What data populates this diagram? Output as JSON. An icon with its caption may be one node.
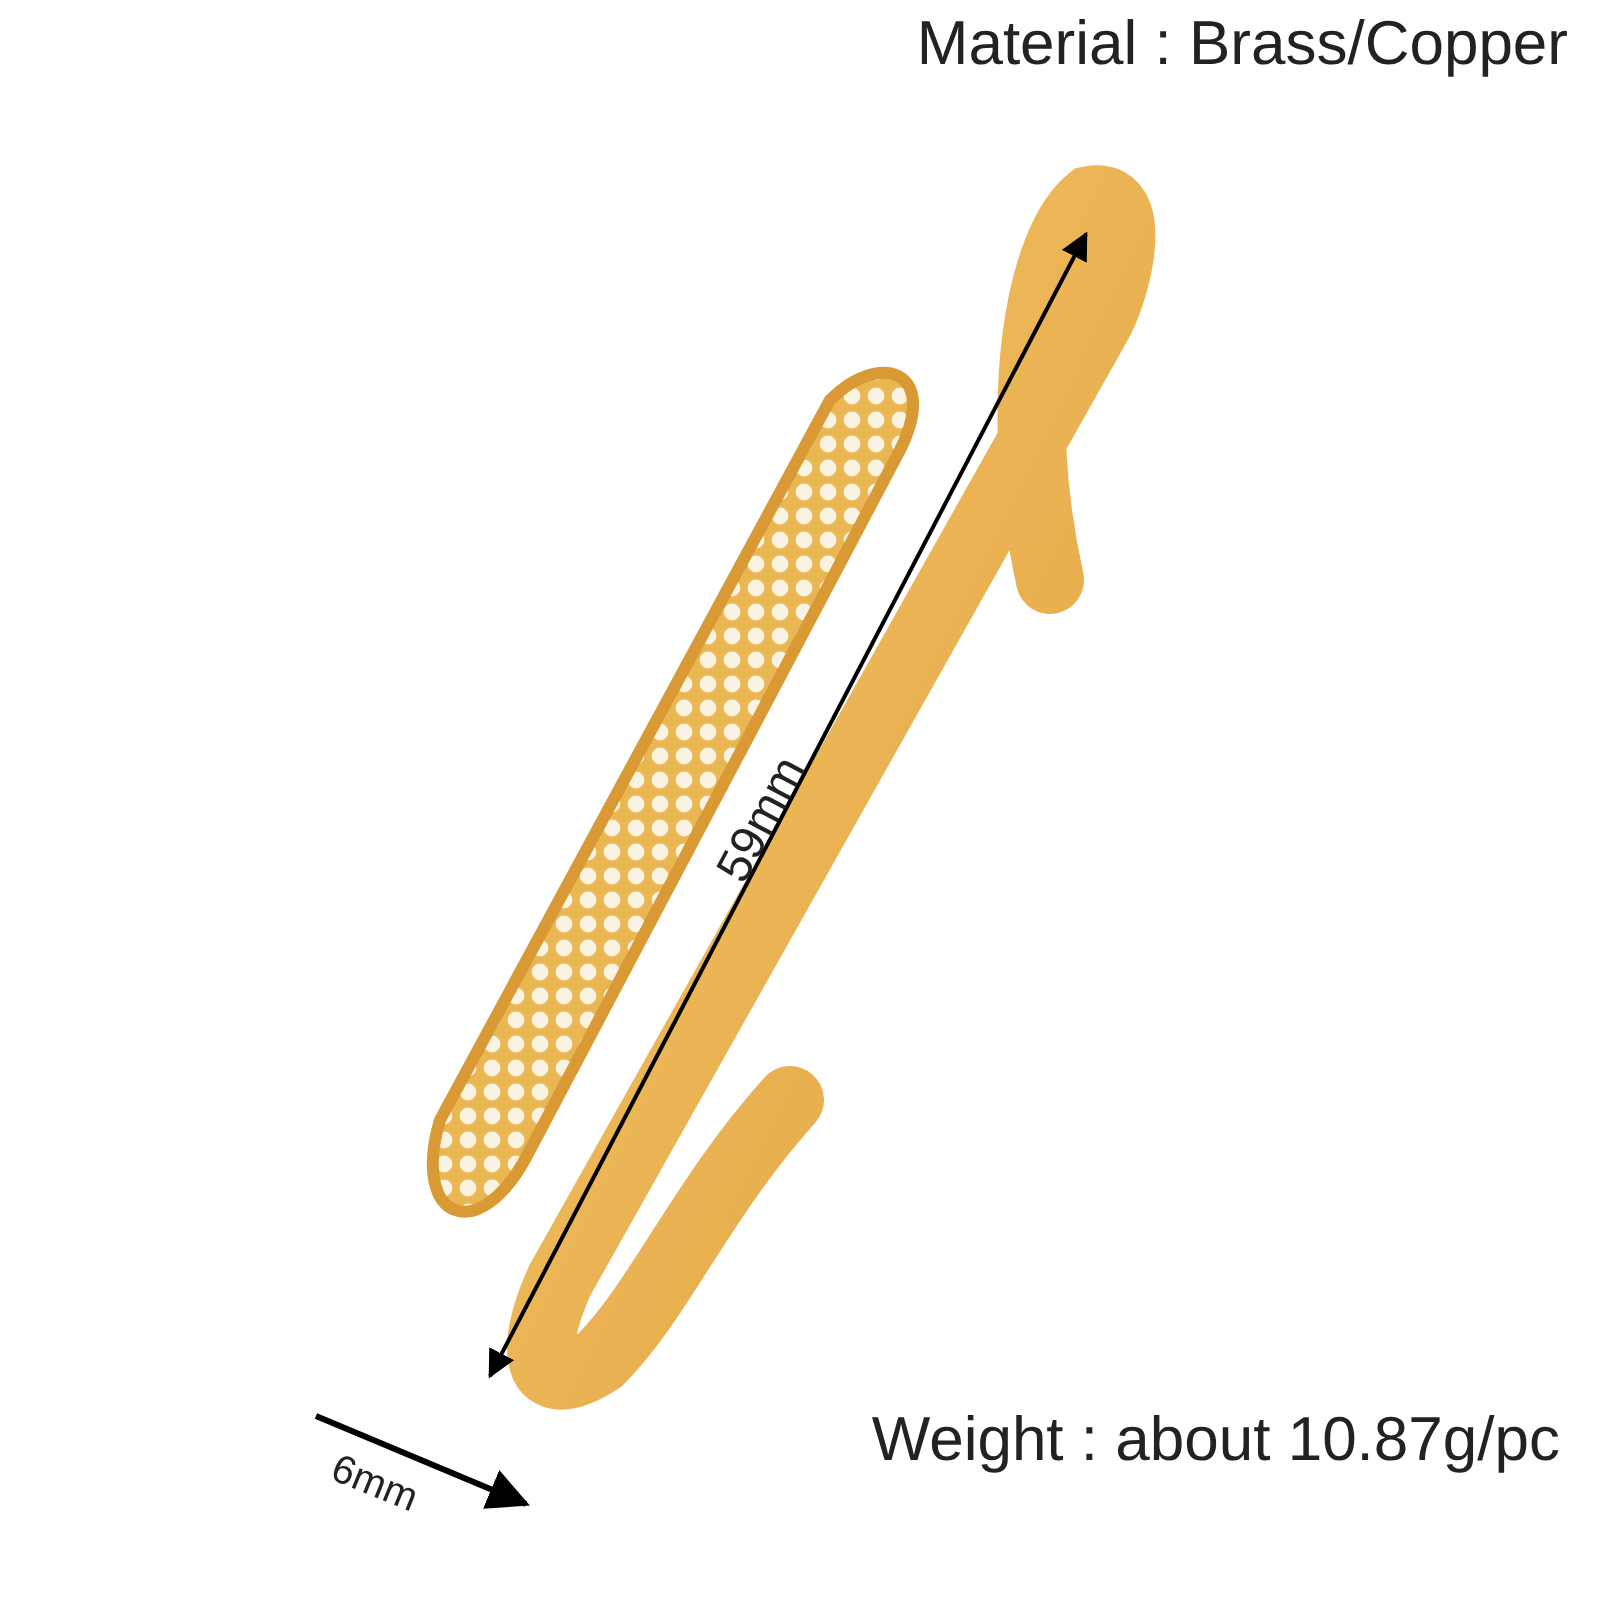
{
  "diagram": {
    "labels": [
      "Material : Brass/Copper",
      "59mm",
      "6mm",
      "Weight : about 10.87g/pc"
    ]
  }
}
